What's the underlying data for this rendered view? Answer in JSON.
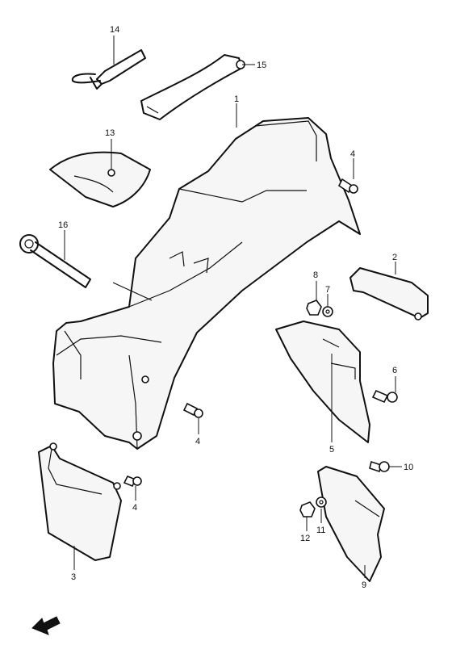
{
  "labels": {
    "p1": "1",
    "p2": "2",
    "p3": "3",
    "p4a": "4",
    "p4b": "4",
    "p4c": "4",
    "p5": "5",
    "p6": "6",
    "p7": "7",
    "p8": "8",
    "p9": "9",
    "p10": "10",
    "p11": "11",
    "p12": "12",
    "p13": "13",
    "p14": "14",
    "p15": "15",
    "p16": "16"
  },
  "icons": {
    "front_arrow": "front-direction-arrow"
  },
  "colors": {
    "line": "#111111",
    "paper": "#ffffff"
  }
}
